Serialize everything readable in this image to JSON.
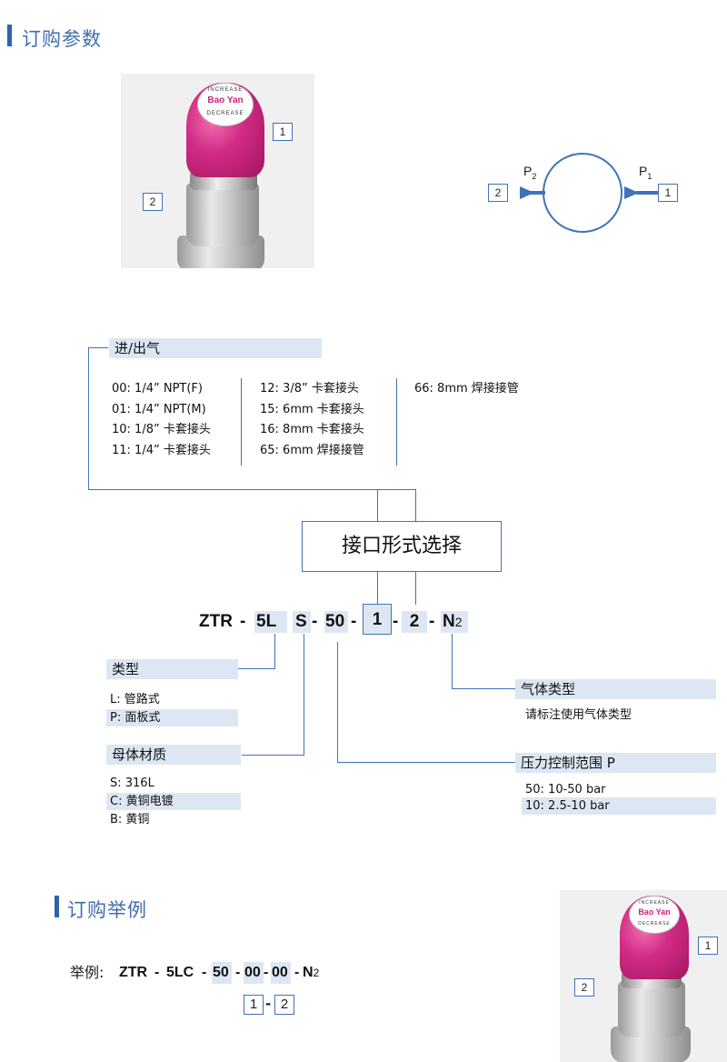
{
  "sections": {
    "ordering_params": "订购参数",
    "ordering_example": "订购举例"
  },
  "photo": {
    "brand": "Bao Yan",
    "increase": "INCREASE",
    "decrease": "DECREASE",
    "label_1": "1",
    "label_2": "2"
  },
  "flow": {
    "p2": "P",
    "p2_sub": "2",
    "p1": "P",
    "p1_sub": "1",
    "port_out": "2",
    "port_in": "1"
  },
  "inlet_outlet": {
    "title": "进/出气",
    "col1": [
      "00:  1/4”  NPT(F)",
      "01:  1/4”  NPT(M)",
      "10:  1/8”   卡套接头",
      "11:  1/4”   卡套接头"
    ],
    "col2": [
      "12:  3/8”   卡套接头",
      "15:  6mm 卡套接头",
      "16:  8mm 卡套接头",
      "65:  6mm 焊接接管"
    ],
    "col3": [
      "66:  8mm 焊接接管"
    ]
  },
  "interface_box": "接口形式选择",
  "model_code": {
    "prefix": "ZTR",
    "d1": "-",
    "type": "5L",
    "material": "S",
    "d2": "-",
    "pressure": "50",
    "d3": "-",
    "port1": "1",
    "d4": "-",
    "port2": "2",
    "d5": "-",
    "gas": "N",
    "gas_sub": "2"
  },
  "type_section": {
    "title": "类型",
    "items": [
      "L:  管路式",
      "P:  面板式"
    ]
  },
  "material_section": {
    "title": "母体材质",
    "items": [
      "S:  316L",
      "C:  黄铜电镀",
      "B:  黄铜"
    ]
  },
  "gas_section": {
    "title": "气体类型",
    "note": "请标注使用气体类型"
  },
  "pressure_section": {
    "title": "压力控制范围 P",
    "items": [
      "50:  10-50 bar",
      "10:  2.5-10 bar"
    ]
  },
  "example": {
    "label": "举例:",
    "prefix": "ZTR",
    "d1": "-",
    "type": "5LC",
    "d2": "-",
    "pressure": "50",
    "d3": "-",
    "port1": "00",
    "d4": "-",
    "port2": "00",
    "d5": "-",
    "gas": "N",
    "gas_sub": "2",
    "box1": "1",
    "box_dash": "-",
    "box2": "2"
  }
}
